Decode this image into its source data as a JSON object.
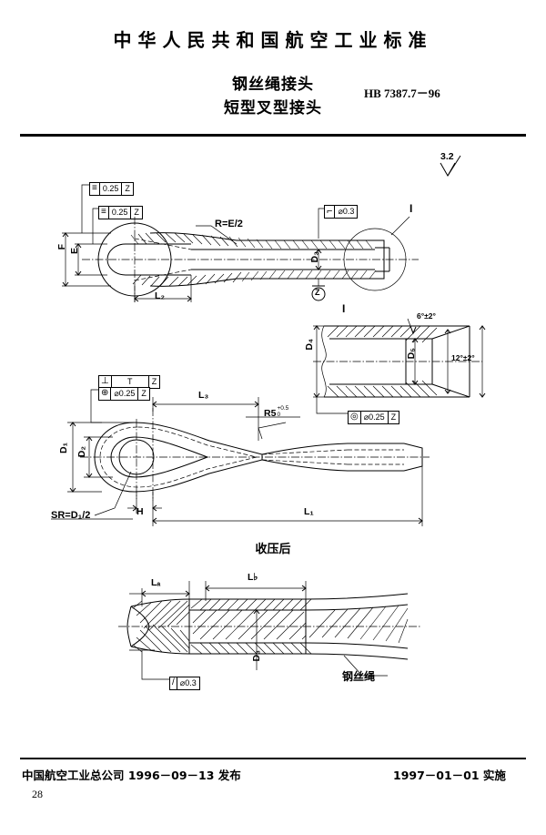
{
  "header": {
    "org_title": "中华人民共和国航空工业标准",
    "doc_title_line1": "钢丝绳接头",
    "doc_title_line2": "短型叉型接头",
    "standard_number": "HB 7387.7－96"
  },
  "footer": {
    "issuer": "中国航空工业总公司 1996－09－13 发布",
    "effective": "1997－01－01 实施",
    "page_number": "28"
  },
  "surface_finish": {
    "value": "3.2"
  },
  "top_view": {
    "fcf1": {
      "symbol": "≡",
      "tolerance": "0.25",
      "datum": "Z"
    },
    "fcf2": {
      "symbol": "≡",
      "tolerance": "0.25",
      "datum": "Z"
    },
    "fcf3": {
      "symbol": "⌐",
      "tolerance": "⌀0.3"
    },
    "radius_note": "R=E/2",
    "dim_F": "F",
    "dim_E": "E",
    "dim_L2": "L₂",
    "dim_D3": "D₃",
    "datum_label": "Z",
    "detail_callout": "I"
  },
  "detail_view": {
    "title": "I",
    "dim_D4": "D₄",
    "dim_D5": "D₅",
    "angle_small": "6°±2°",
    "angle_large": "12°±2°",
    "fcf": {
      "symbol": "◎",
      "tolerance": "⌀0.25",
      "datum": "Z"
    }
  },
  "main_view": {
    "fcf_top": {
      "symbol": "⊥",
      "tolerance": "T",
      "datum": "Z"
    },
    "fcf_bottom": {
      "symbol": "⊕",
      "tolerance": "⌀0.25",
      "datum": "Z"
    },
    "dim_L3": "L₃",
    "dim_L1": "L₁",
    "dim_D1": "D₁",
    "dim_D2": "D₂",
    "dim_H": "H",
    "radius_note": "R5",
    "radius_tol_upper": "+0.5",
    "radius_tol_lower": "0",
    "sphere_note": "SR=D₁/2"
  },
  "bottom_view": {
    "title": "收压后",
    "dim_La": "Lₐ",
    "dim_Lb": "L♭",
    "dim_D3": "D₃",
    "rope_label": "钢丝绳",
    "fcf": {
      "symbol": "/",
      "tolerance": "⌀0.3"
    }
  }
}
